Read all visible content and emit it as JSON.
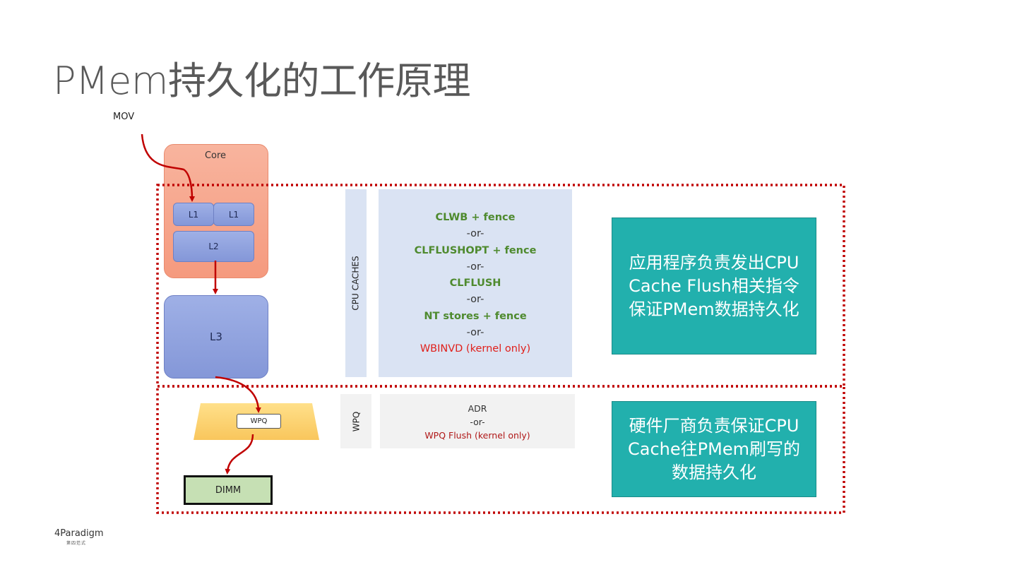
{
  "title": "PMem持久化的工作原理",
  "mov_label": "MOV",
  "core_label": "Core",
  "l1_left": "L1",
  "l1_right": "L1",
  "l2_label": "L2",
  "l3_label": "L3",
  "wpq_box_label": "WPQ",
  "dimm_label": "DIMM",
  "cpu_caches_label": "CPU CACHES",
  "cpu_instructions": {
    "line1": "CLWB + fence",
    "or1": "-or-",
    "line2": "CLFLUSHOPT + fence",
    "or2": "-or-",
    "line3": "CLFLUSH",
    "or3": "-or-",
    "line4": "NT stores + fence",
    "or4": "-or-",
    "line5": "WBINVD (kernel only)"
  },
  "wpq_strip_label": "WPQ",
  "wpq_instructions": {
    "line1": "ADR",
    "or1": "-or-",
    "line2": "WPQ Flush (kernel only)"
  },
  "app_note": {
    "line1": "应用程序负责发出CPU",
    "line2": "Cache Flush相关指令",
    "line3": "保证PMem数据持久化"
  },
  "hw_note": {
    "line1": "硬件厂商负责保证CPU",
    "line2": "Cache往PMem刷写的",
    "line3": "数据持久化"
  },
  "logo": {
    "main": "4Paradigm",
    "sub": "第四范式"
  },
  "colors": {
    "core": "#f59a7e",
    "cache": "#8497d8",
    "panel_blue": "#dae3f3",
    "panel_gray": "#f2f2f2",
    "teal": "#22b0ad",
    "dotted_border": "#c00000",
    "arrow": "#c00000",
    "green_text": "#4e8a2e",
    "red_text": "#e0201b",
    "dimm": "#c6e0b4",
    "wpq_queue": "#ffd27a"
  }
}
